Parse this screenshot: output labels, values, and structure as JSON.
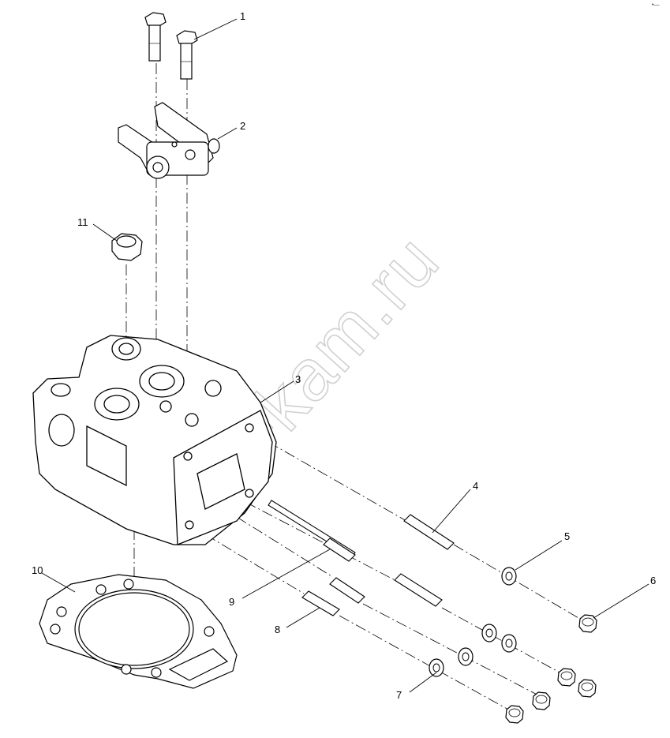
{
  "watermark": "zap-kam.ru",
  "corner_mark": "•—",
  "callouts": [
    "1",
    "2",
    "3",
    "4",
    "5",
    "6",
    "7",
    "8",
    "9",
    "10",
    "11"
  ],
  "colors": {
    "line": "#000000",
    "watermark": "#d0d0d0"
  }
}
